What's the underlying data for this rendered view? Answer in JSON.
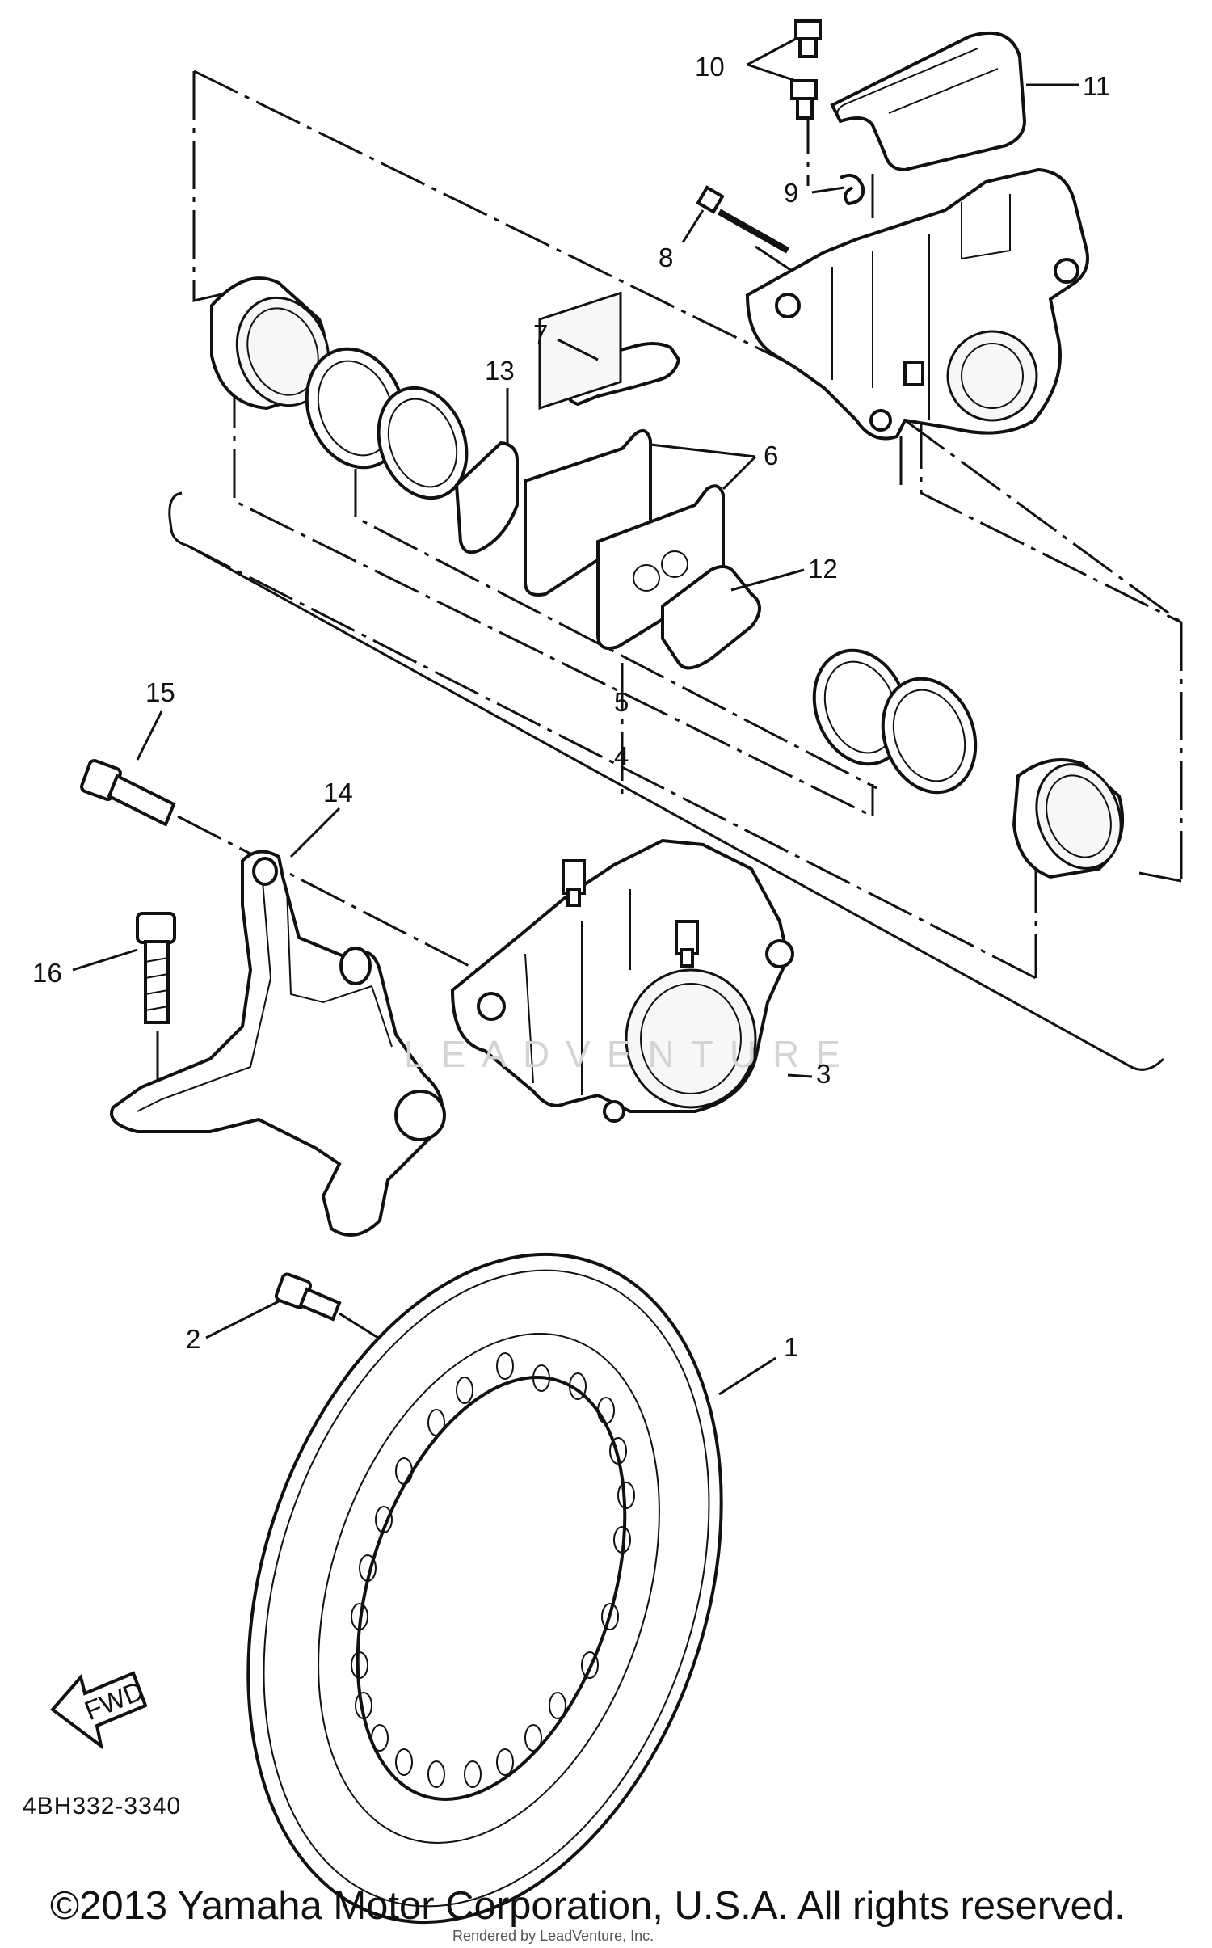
{
  "diagram": {
    "callouts": [
      "1",
      "2",
      "3",
      "4",
      "5",
      "6",
      "7",
      "8",
      "9",
      "10",
      "11",
      "12",
      "13",
      "14",
      "15",
      "16"
    ],
    "fwd_label": "FWD",
    "part_code": "4BH332-3340",
    "copyright": "©2013 Yamaha Motor Corporation, U.S.A. All rights reserved.",
    "rendered_by": "Rendered by LeadVenture, Inc.",
    "watermark": "LEADVENTURE"
  }
}
